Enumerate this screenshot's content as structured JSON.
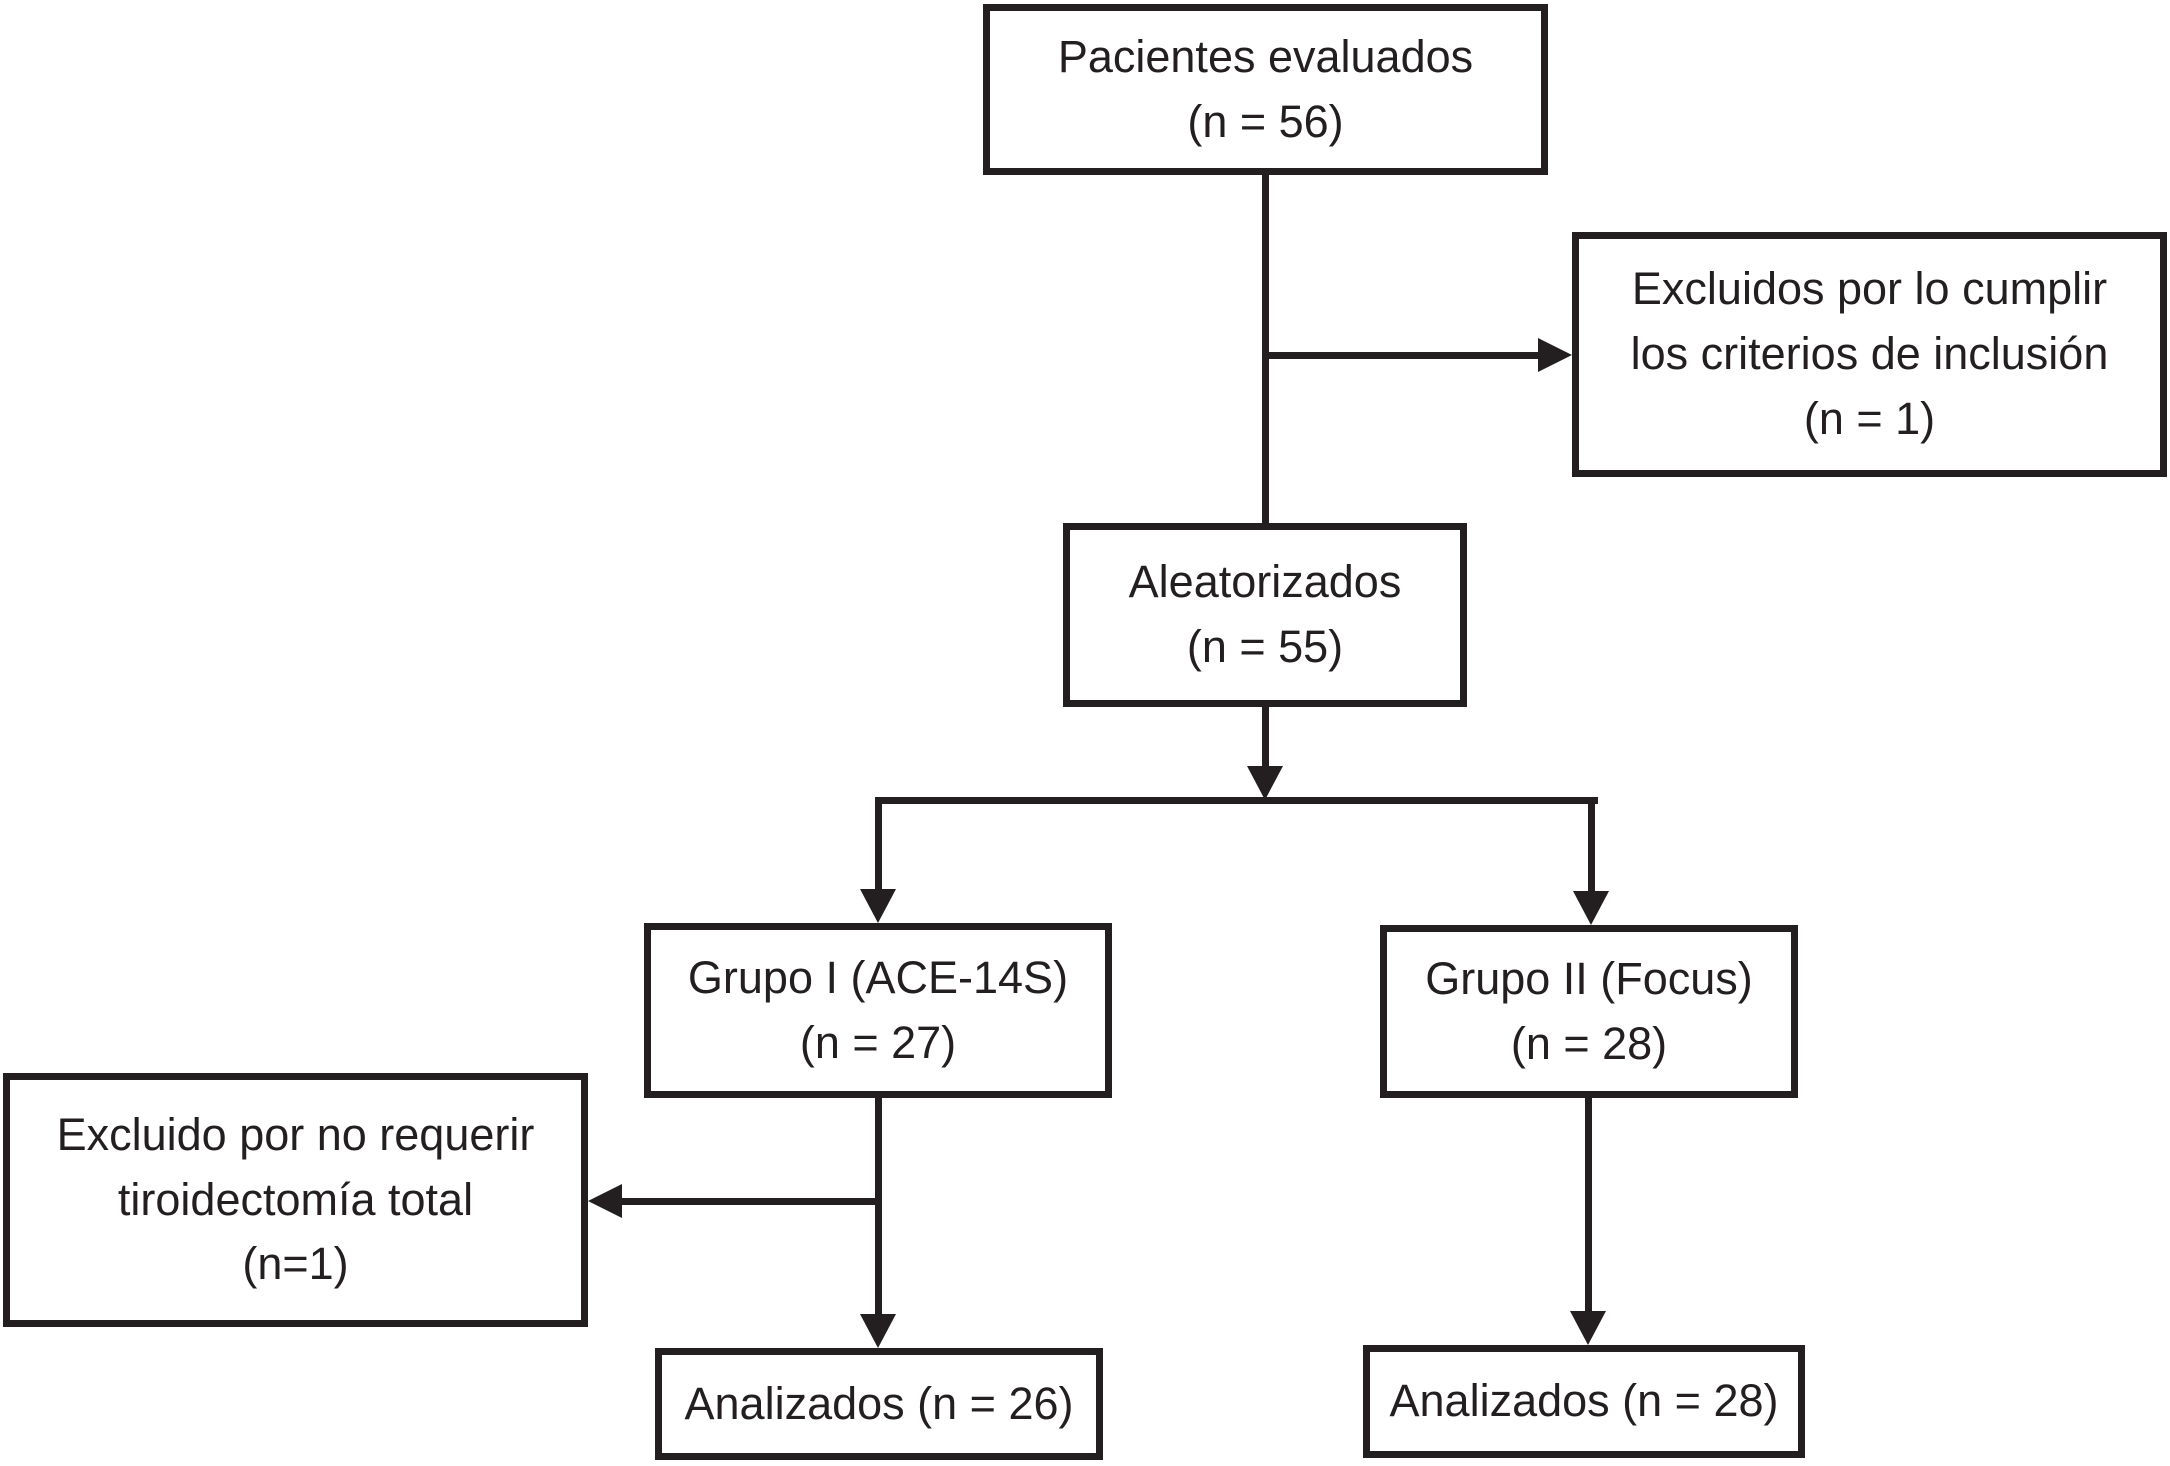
{
  "diagram": {
    "colors": {
      "ink": "#231f20",
      "background": "#ffffff"
    },
    "nodes": {
      "evaluated": {
        "lines": [
          "Pacientes evaluados",
          "(n = 56)"
        ]
      },
      "excluded_inclusion": {
        "lines": [
          "Excluidos por lo cumplir",
          "los criterios de inclusión",
          "(n = 1)"
        ]
      },
      "randomized": {
        "lines": [
          "Aleatorizados",
          "(n = 55)"
        ]
      },
      "group1": {
        "lines": [
          "Grupo I (ACE-14S)",
          "(n = 27)"
        ]
      },
      "group2": {
        "lines": [
          "Grupo II (Focus)",
          "(n = 28)"
        ]
      },
      "excluded_thyroidectomy": {
        "lines": [
          "Excluido por no requerir",
          "tiroidectomía total",
          "(n=1)"
        ]
      },
      "analyzed1": {
        "lines": [
          "Analizados (n = 26)"
        ]
      },
      "analyzed2": {
        "lines": [
          "Analizados (n = 28)"
        ]
      }
    }
  }
}
